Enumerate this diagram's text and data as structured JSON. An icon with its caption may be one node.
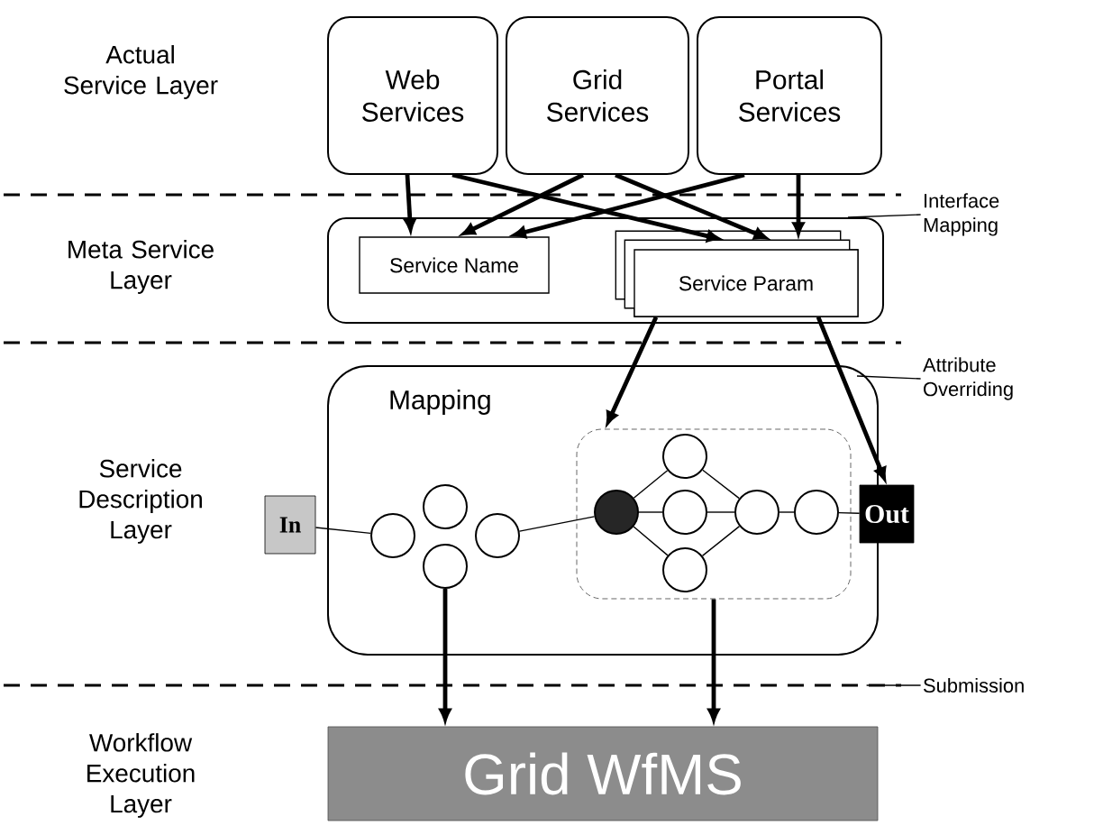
{
  "diagram": {
    "nodes": [
      {
        "text": [
          "Web Services"
        ]
      },
      {
        "text": [
          "Grid Services"
        ]
      },
      {
        "text": [
          "Portal Services"
        ]
      },
      {
        "text": [],
        "shape": "box"
      },
      {
        "text": [
          "Service Name"
        ],
        "in": 3
      },
      {
        "text": [
          "Service Param"
        ],
        "in": 3
      },
      {
        "text": [
          "Mapping"
        ]
      },
      {
        "text": [
          "In"
        ]
      },
      {
        "text": [],
        "shape": "circle",
        "in": 6
      },
      {
        "text": [],
        "shape": "circle",
        "in": 6
      },
      {
        "text": [],
        "shape": "circle",
        "in": 6
      },
      {
        "text": [],
        "shape": "circle",
        "in": 6
      },
      {
        "text": [],
        "shape": "box",
        "in": 6
      },
      {
        "text": [],
        "shape": "circle",
        "in": 12
      },
      {
        "text": [],
        "shape": "circle",
        "in": 12
      },
      {
        "text": [],
        "shape": "circle",
        "in": 12
      },
      {
        "text": [],
        "shape": "circle",
        "in": 12
      },
      {
        "text": [],
        "shape": "circle",
        "in": 12
      },
      {
        "text": [],
        "shape": "circle",
        "in": 12
      },
      {
        "text": [
          "Out"
        ]
      },
      {
        "text": [
          "Grid WfMS"
        ]
      },
      {
        "text": [
          "Interface Mapping"
        ]
      },
      {
        "text": [
          "Attribute Overriding"
        ]
      },
      {
        "text": [
          "Submission"
        ]
      }
    ],
    "edges": [
      {
        "from": 0,
        "to": 4,
        "arrow": "to",
        "style": "thick"
      },
      {
        "from": 0,
        "to": 5,
        "arrow": "to",
        "style": "thick"
      },
      {
        "from": 1,
        "to": 4,
        "arrow": "to",
        "style": "thick"
      },
      {
        "from": 1,
        "to": 5,
        "arrow": "to",
        "style": "thick"
      },
      {
        "from": 2,
        "to": 4,
        "arrow": "to",
        "style": "thick"
      },
      {
        "from": 2,
        "to": 5,
        "arrow": "to",
        "style": "thick"
      },
      {
        "from": 5,
        "to": 12,
        "arrow": "to",
        "style": "thick"
      },
      {
        "from": 5,
        "to": 19,
        "arrow": "to",
        "style": "thick"
      },
      {
        "from": 7,
        "to": 8,
        "arrow": "none"
      },
      {
        "from": 11,
        "to": 13,
        "arrow": "none"
      },
      {
        "from": 13,
        "to": 14,
        "arrow": "none"
      },
      {
        "from": 13,
        "to": 15,
        "arrow": "none"
      },
      {
        "from": 13,
        "to": 16,
        "arrow": "none"
      },
      {
        "from": 14,
        "to": 17,
        "arrow": "none"
      },
      {
        "from": 15,
        "to": 17,
        "arrow": "none"
      },
      {
        "from": 16,
        "to": 17,
        "arrow": "none"
      },
      {
        "from": 17,
        "to": 18,
        "arrow": "none"
      },
      {
        "from": 18,
        "to": 19,
        "arrow": "none"
      },
      {
        "from": 10,
        "to": 20,
        "arrow": "to",
        "style": "thick"
      },
      {
        "from": 12,
        "to": 20,
        "arrow": "to",
        "style": "thick"
      },
      {
        "from": 21,
        "to": 3,
        "arrow": "none"
      },
      {
        "from": 22,
        "to": 6,
        "arrow": "none"
      },
      {
        "from": 23,
        "to": null,
        "arrow": "none"
      }
    ],
    "labels": [
      "Actual Service Layer",
      "Meta Service Layer",
      "Service Description Layer",
      "Workflow Execution Layer"
    ]
  }
}
